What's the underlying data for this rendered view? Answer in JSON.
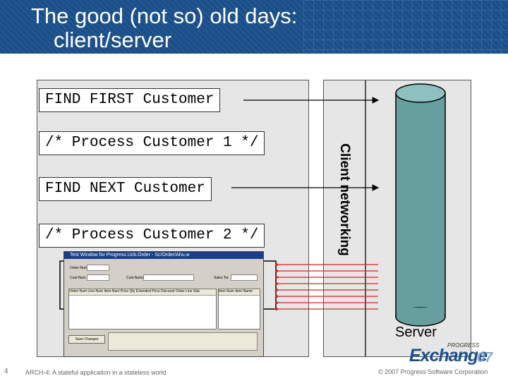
{
  "header": {
    "title_line1": "The good (not so) old days:",
    "title_line2": "client/server"
  },
  "client": {
    "statements": [
      "FIND FIRST Customer",
      "/* Process Customer 1 */",
      "FIND NEXT Customer",
      "/* Process Customer 2 */"
    ]
  },
  "network": {
    "label": "Client networking"
  },
  "server": {
    "label": "Server",
    "db_color": "#679e9e"
  },
  "screenshot": {
    "window_title": "Test Window for Progress.Ucb.Order - Sc/Order/Ahu.w",
    "labels": [
      "Order-Num",
      "Cust-Num",
      "Cust.Name",
      "Sales Tot"
    ],
    "grid1_header": "Order-Num  Line-Num  Item-Num  Price  Qty  Extended Price  Discount  Order Line Stat",
    "grid2_header": "Item-Num  Item-Name",
    "button": "Save Changes"
  },
  "logo": {
    "brand_small": "PROGRESS",
    "brand": "Exchange",
    "number": "07"
  },
  "footer": {
    "page_number": "4",
    "session": "ARCH-4: A stateful application in a stateless world",
    "copyright": "© 2007 Progress Software Corporation"
  },
  "colors": {
    "header_bg": "#1b4f8a",
    "wire": "#e02020"
  }
}
